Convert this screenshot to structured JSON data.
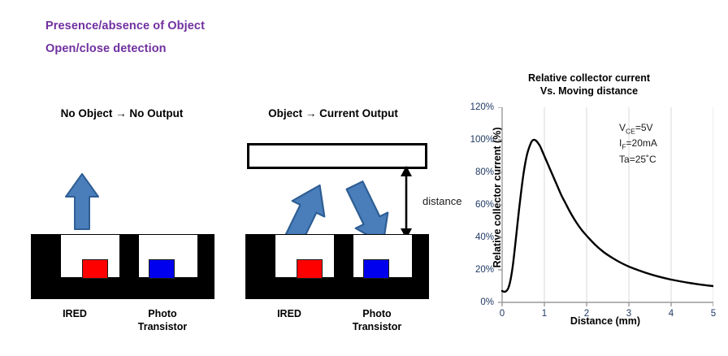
{
  "headings": [
    "Presence/absence of Object",
    "Open/close detection"
  ],
  "colors": {
    "heading_purple": "#7030A0",
    "arrow_blue": "#4A7EBB",
    "arrow_blue_edge": "#2E5E94",
    "ired_chip": "#FF0000",
    "phototransistor_chip": "#0000EE",
    "housing": "#000000",
    "tick_label": "#1F3864",
    "curve": "#000000",
    "gridline": "#D9D9D9"
  },
  "panels": [
    {
      "id": "no-object",
      "title": "No Object → No Output",
      "device_labels": [
        "IRED",
        "Photo\nTransistor"
      ]
    },
    {
      "id": "object-present",
      "title": "Object → Current Output",
      "device_labels": [
        "IRED",
        "Photo\nTransistor"
      ],
      "distance_label": "distance"
    }
  ],
  "chart_data": {
    "type": "line",
    "title": "Relative collector current\nVs. Moving distance",
    "xlabel": "Distance (mm)",
    "ylabel": "Relative collector current (%)",
    "xlim": [
      0,
      5
    ],
    "ylim": [
      0,
      120
    ],
    "xticks": [
      "0",
      "1",
      "2",
      "3",
      "4",
      "5"
    ],
    "yticks": [
      "0%",
      "20%",
      "40%",
      "60%",
      "80%",
      "100%",
      "120%"
    ],
    "ytick_values": [
      0,
      20,
      40,
      60,
      80,
      100,
      120
    ],
    "xtick_values": [
      0,
      1,
      2,
      3,
      4,
      5
    ],
    "grid": "vertical",
    "legend": "none",
    "annotations": [
      {
        "symbol": "V",
        "sub": "CE",
        "rest": "=5V"
      },
      {
        "symbol": "I",
        "sub": "F",
        "rest": "=20mA"
      },
      {
        "symbol": "Ta",
        "sub": "",
        "rest": "=25˚C"
      }
    ],
    "series": [
      {
        "name": "Relative collector current",
        "x": [
          0.0,
          0.05,
          0.1,
          0.15,
          0.2,
          0.25,
          0.3,
          0.35,
          0.4,
          0.45,
          0.5,
          0.55,
          0.6,
          0.65,
          0.7,
          0.75,
          0.8,
          0.85,
          0.9,
          0.95,
          1.0,
          1.1,
          1.2,
          1.3,
          1.4,
          1.5,
          1.6,
          1.7,
          1.8,
          1.9,
          2.0,
          2.2,
          2.4,
          2.6,
          2.8,
          3.0,
          3.2,
          3.4,
          3.6,
          3.8,
          4.0,
          4.2,
          4.4,
          4.6,
          4.8,
          5.0
        ],
        "y": [
          7,
          6.5,
          7,
          9,
          14,
          22,
          33,
          45,
          57,
          68,
          78,
          86,
          92,
          96,
          99,
          100,
          99.5,
          98,
          96,
          93,
          90,
          84,
          78,
          72,
          66,
          61,
          56,
          51.5,
          47.5,
          44,
          41,
          35.5,
          31,
          27.5,
          24.5,
          22,
          20,
          18.2,
          16.6,
          15.2,
          14,
          13,
          12.1,
          11.3,
          10.6,
          10
        ]
      }
    ],
    "peak": {
      "x": 0.75,
      "y": 100
    }
  }
}
